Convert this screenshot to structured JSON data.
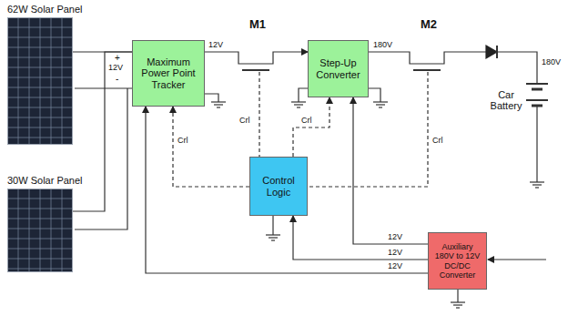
{
  "diagram": {
    "nodes": [
      {
        "text": [
          "62W Solar Panel"
        ]
      },
      {
        "text": [
          "30W Solar Panel"
        ]
      },
      {
        "text": [
          "Maximum Power Point Tracker"
        ]
      },
      {
        "text": [
          "Step-Up Converter"
        ]
      },
      {
        "text": [
          "Control Logic"
        ]
      },
      {
        "text": [
          "Auxiliary 180V to 12V DC/DC Converter"
        ]
      }
    ],
    "edges": [
      {
        "from": 0,
        "to": 2,
        "arrow": "none"
      },
      {
        "from": 1,
        "to": 2,
        "arrow": "none"
      },
      {
        "from": 2,
        "to": 3,
        "arrow": "to"
      },
      {
        "from": 4,
        "to": 2,
        "arrow": "to"
      },
      {
        "from": 4,
        "to": 3,
        "arrow": "to"
      },
      {
        "from": 5,
        "to": 3,
        "label": "12V",
        "arrow": "to"
      },
      {
        "from": 5,
        "to": 4,
        "label": "12V",
        "arrow": "to"
      },
      {
        "from": 5,
        "to": 2,
        "label": "12V",
        "arrow": "to"
      }
    ],
    "labels": [
      "M1",
      "M2",
      "12V",
      "+",
      "12V",
      "-",
      "180V",
      "180V",
      "Car Battery",
      "Crl",
      "Crl",
      "Crl",
      "Crl"
    ]
  }
}
